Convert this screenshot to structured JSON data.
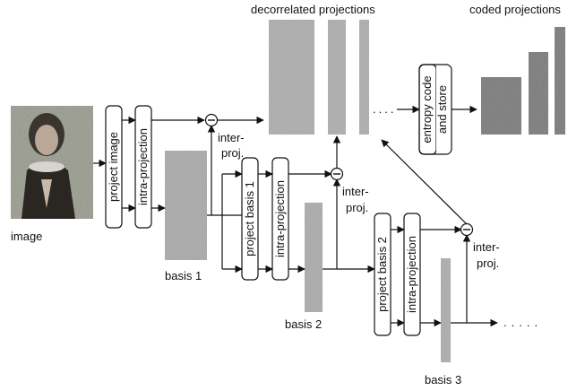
{
  "labels": {
    "decorrelated_projections": "decorrelated projections",
    "coded_projections": "coded projections",
    "image": "image",
    "basis1": "basis 1",
    "basis2": "basis 2",
    "basis3": "basis 3",
    "inter_proj_line1": "inter-",
    "inter_proj_line2": "proj."
  },
  "boxes": {
    "project_image": "project image",
    "intra_projection": "intra-projection",
    "project_basis_1": "project basis 1",
    "project_basis_2": "project basis 2",
    "entropy_line1": "entropy code",
    "entropy_line2": "and store"
  },
  "operators": {
    "minus": "−"
  },
  "colors": {
    "stroke": "#111111",
    "texture_light": "#a6a6a6",
    "texture_dark": "#6f6f6f",
    "portrait_bg": "#8a8d7e"
  }
}
